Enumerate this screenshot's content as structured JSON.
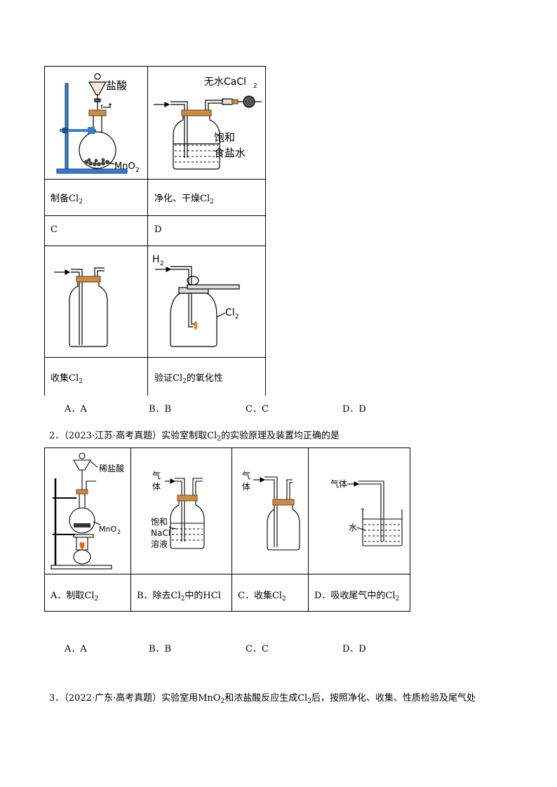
{
  "table1": {
    "row1_img_a": {
      "label_acid": "盐酸",
      "label_mno2": "MnO",
      "label_mno2_sub": "2"
    },
    "row1_img_b": {
      "label_cacl2": "无水CaCl",
      "label_cacl2_sub": "2",
      "label_brine_line1": "饱和",
      "label_brine_line2": "食盐水"
    },
    "row2": {
      "a_text": "制备Cl",
      "a_sub": "2",
      "b_text": "净化、干燥Cl",
      "b_sub": "2"
    },
    "row3": {
      "a": "C",
      "b": "D"
    },
    "row4_img_b": {
      "label_h2": "H",
      "label_h2_sub": "2",
      "label_cl2": "Cl",
      "label_cl2_sub": "2"
    },
    "row5": {
      "a_text": "收集Cl",
      "a_sub": "2",
      "b_pre": "验证Cl",
      "b_sub": "2",
      "b_post": "的氧化性"
    }
  },
  "q1_options": [
    "A．A",
    "B．B",
    "C．C",
    "D．D"
  ],
  "q2": {
    "stem_pre": "2．（2023·江苏·高考真题）实验室制取Cl",
    "stem_sub": "2",
    "stem_post": "的实验原理及装置均正确的是",
    "img_a": {
      "label_acid": "稀盐酸",
      "label_mno2": "MnO",
      "label_mno2_sub": "2"
    },
    "img_b": {
      "gas1": "气",
      "gas2": "体",
      "salt1": "饱和",
      "salt2": "NaCl",
      "salt3": "溶液"
    },
    "img_c": {
      "gas1": "气",
      "gas2": "体"
    },
    "img_d": {
      "gas": "气体",
      "water": "水"
    },
    "captions": [
      {
        "pre": "A．制取Cl",
        "sub": "2",
        "post": ""
      },
      {
        "pre": "B．除去Cl",
        "sub": "2",
        "post": "中的HCl"
      },
      {
        "pre": "C．收集Cl",
        "sub": "2",
        "post": ""
      },
      {
        "pre": "D．吸收尾气中的Cl",
        "sub": "2",
        "post": ""
      }
    ],
    "options": [
      "A．A",
      "B．B",
      "C．C",
      "D．D"
    ]
  },
  "q3": {
    "stem_pre": "3．（2022·广东·高考真题）实验室用MnO",
    "stem_sub1": "2",
    "stem_mid": "和浓盐酸反应生成Cl",
    "stem_sub2": "2",
    "stem_post": "后，按照净化、收集、性质检验及尾气处"
  }
}
